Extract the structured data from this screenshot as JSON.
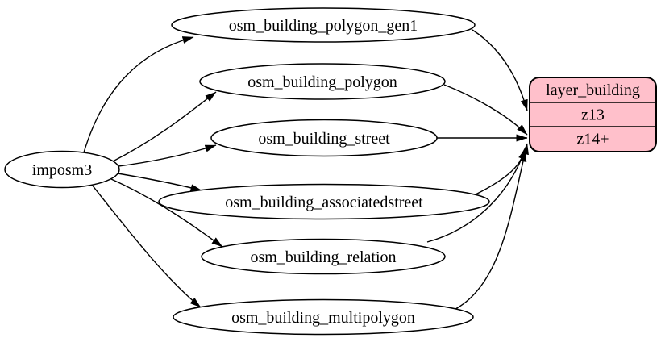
{
  "diagram": {
    "background_color": "#ffffff",
    "edge_color": "#000000",
    "source_node": {
      "label": "imposm3"
    },
    "table_nodes": [
      {
        "label": "osm_building_polygon_gen1"
      },
      {
        "label": "osm_building_polygon"
      },
      {
        "label": "osm_building_street"
      },
      {
        "label": "osm_building_associatedstreet"
      },
      {
        "label": "osm_building_relation"
      },
      {
        "label": "osm_building_multipolygon"
      }
    ],
    "layer_node": {
      "title": "layer_building",
      "rows": [
        "z13",
        "z14+"
      ],
      "fill_color": "#ffc0cb",
      "stroke_color": "#000000"
    },
    "edges": [
      {
        "from": "imposm3",
        "to": "osm_building_polygon_gen1"
      },
      {
        "from": "imposm3",
        "to": "osm_building_polygon"
      },
      {
        "from": "imposm3",
        "to": "osm_building_street"
      },
      {
        "from": "imposm3",
        "to": "osm_building_associatedstreet"
      },
      {
        "from": "imposm3",
        "to": "osm_building_relation"
      },
      {
        "from": "imposm3",
        "to": "osm_building_multipolygon"
      },
      {
        "from": "osm_building_polygon_gen1",
        "to": "layer_building:z13"
      },
      {
        "from": "osm_building_polygon",
        "to": "layer_building:z14+"
      },
      {
        "from": "osm_building_street",
        "to": "layer_building:z14+"
      },
      {
        "from": "osm_building_associatedstreet",
        "to": "layer_building:z14+"
      },
      {
        "from": "osm_building_relation",
        "to": "layer_building:z14+"
      },
      {
        "from": "osm_building_multipolygon",
        "to": "layer_building:z14+"
      }
    ]
  }
}
